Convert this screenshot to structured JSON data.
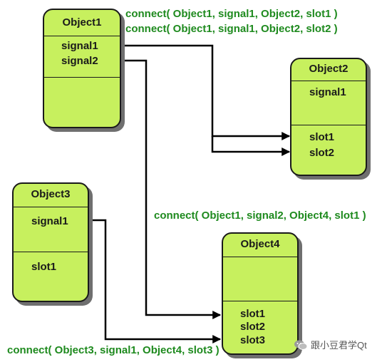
{
  "colors": {
    "box_fill": "#c7f05e",
    "box_border": "#1a1a1a",
    "box_shadow": "#6f6f6f",
    "caption": "#1e8a1e",
    "wire": "#000000"
  },
  "objects": {
    "object1": {
      "title": "Object1",
      "signals": [
        "signal1",
        "signal2"
      ],
      "slots": []
    },
    "object2": {
      "title": "Object2",
      "signals": [
        "signal1"
      ],
      "slots": [
        "slot1",
        "slot2"
      ]
    },
    "object3": {
      "title": "Object3",
      "signals": [
        "signal1"
      ],
      "slots": [
        "slot1"
      ]
    },
    "object4": {
      "title": "Object4",
      "signals": [],
      "slots": [
        "slot1",
        "slot2",
        "slot3"
      ]
    }
  },
  "connections": [
    "connect( Object1, signal1, Object2, slot1 )",
    "connect( Object1, signal1, Object2, slot2 )",
    "connect( Object1, signal2, Object4, slot1 )",
    "connect( Object3, signal1, Object4, slot3 )"
  ],
  "watermark": {
    "text": "跟小豆君学Qt",
    "icon": "wechat-icon"
  }
}
